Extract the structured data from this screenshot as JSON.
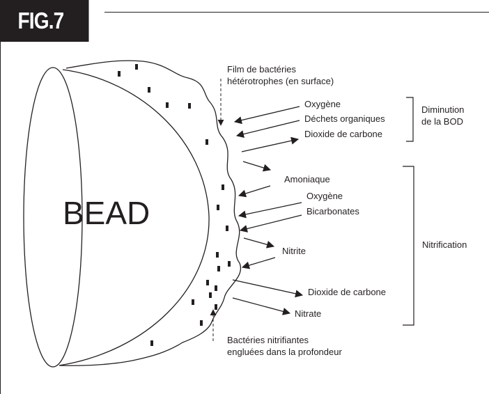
{
  "figure": {
    "tab_label": "FIG.7"
  },
  "bead": {
    "label": "BEAD"
  },
  "labels": {
    "surface_film_line1": "Film de bactéries",
    "surface_film_line2": "hétérotrophes (en surface)",
    "deep_line1": "Bactéries nitrifiantes",
    "deep_line2": "engluées dans la profondeur"
  },
  "compounds": {
    "oxygen_1": "Oxygène",
    "organic_waste": "Déchets organiques",
    "co2_1": "Dioxide de carbone",
    "ammonia": "Amoniaque",
    "oxygen_2": "Oxygène",
    "bicarbonates": "Bicarbonates",
    "nitrite": "Nitrite",
    "co2_2": "Dioxide de carbone",
    "nitrate": "Nitrate"
  },
  "groups": {
    "bod_line1": "Diminution",
    "bod_line2": "de la BOD",
    "nitrification": "Nitrification"
  }
}
